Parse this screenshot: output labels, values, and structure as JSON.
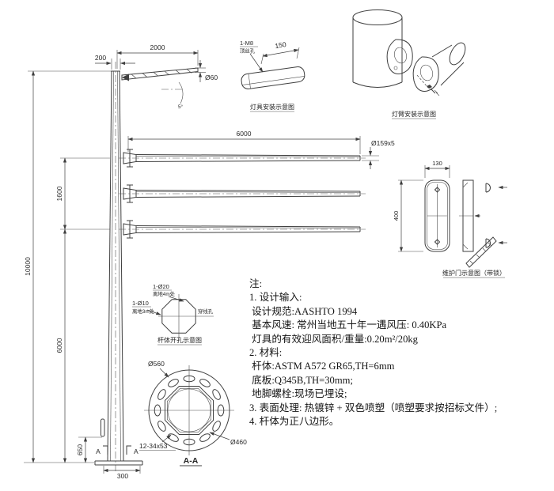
{
  "dims": {
    "d200": "200",
    "d2000": "2000",
    "d60": "Ø60",
    "tilt": "5°",
    "d6000_arm": "6000",
    "d159": "Ø159x5",
    "d10000": "10000",
    "d1600": "1600",
    "d6000_lower": "6000",
    "d650": "650",
    "d300": "300",
    "d150": "150",
    "d130": "130",
    "d400": "400",
    "d560": "Ø560",
    "d460": "Ø460",
    "d_slots": "12-34x53"
  },
  "labels": {
    "m8": "1-M8",
    "m8_sub": "顶丝孔",
    "hole_top": "1-Ø20",
    "hole_top_sub": "离地4m处",
    "hole_side": "1-Ø10",
    "hole_side_sub": "离地3m处",
    "wire_hole": "穿线孔"
  },
  "captions": {
    "lamp": "灯具安装示意图",
    "arm_joint": "灯臂安装示意图",
    "pole_holes": "杆体开孔示意图",
    "door": "维护门示意图（带锁）",
    "section": "A-A"
  },
  "section_markers": {
    "left": "A",
    "right": "A"
  },
  "notes": {
    "lines": [
      "注:",
      "1. 设计输入:",
      " 设计规范:AASHTO 1994",
      " 基本风速: 常州当地五十年一遇风压: 0.40KPa",
      " 灯具的有效迎风面积/重量:0.20m²/20kg",
      "2. 材料:",
      " 杆体:ASTM A572 GR65,TH=6mm",
      " 底板:Q345B,TH=30mm;",
      " 地脚螺栓:现场已埋设;",
      "3. 表面处理: 热镀锌 + 双色喷塑（喷塑要求按招标文件）;",
      "4. 杆体为正八边形。"
    ]
  }
}
